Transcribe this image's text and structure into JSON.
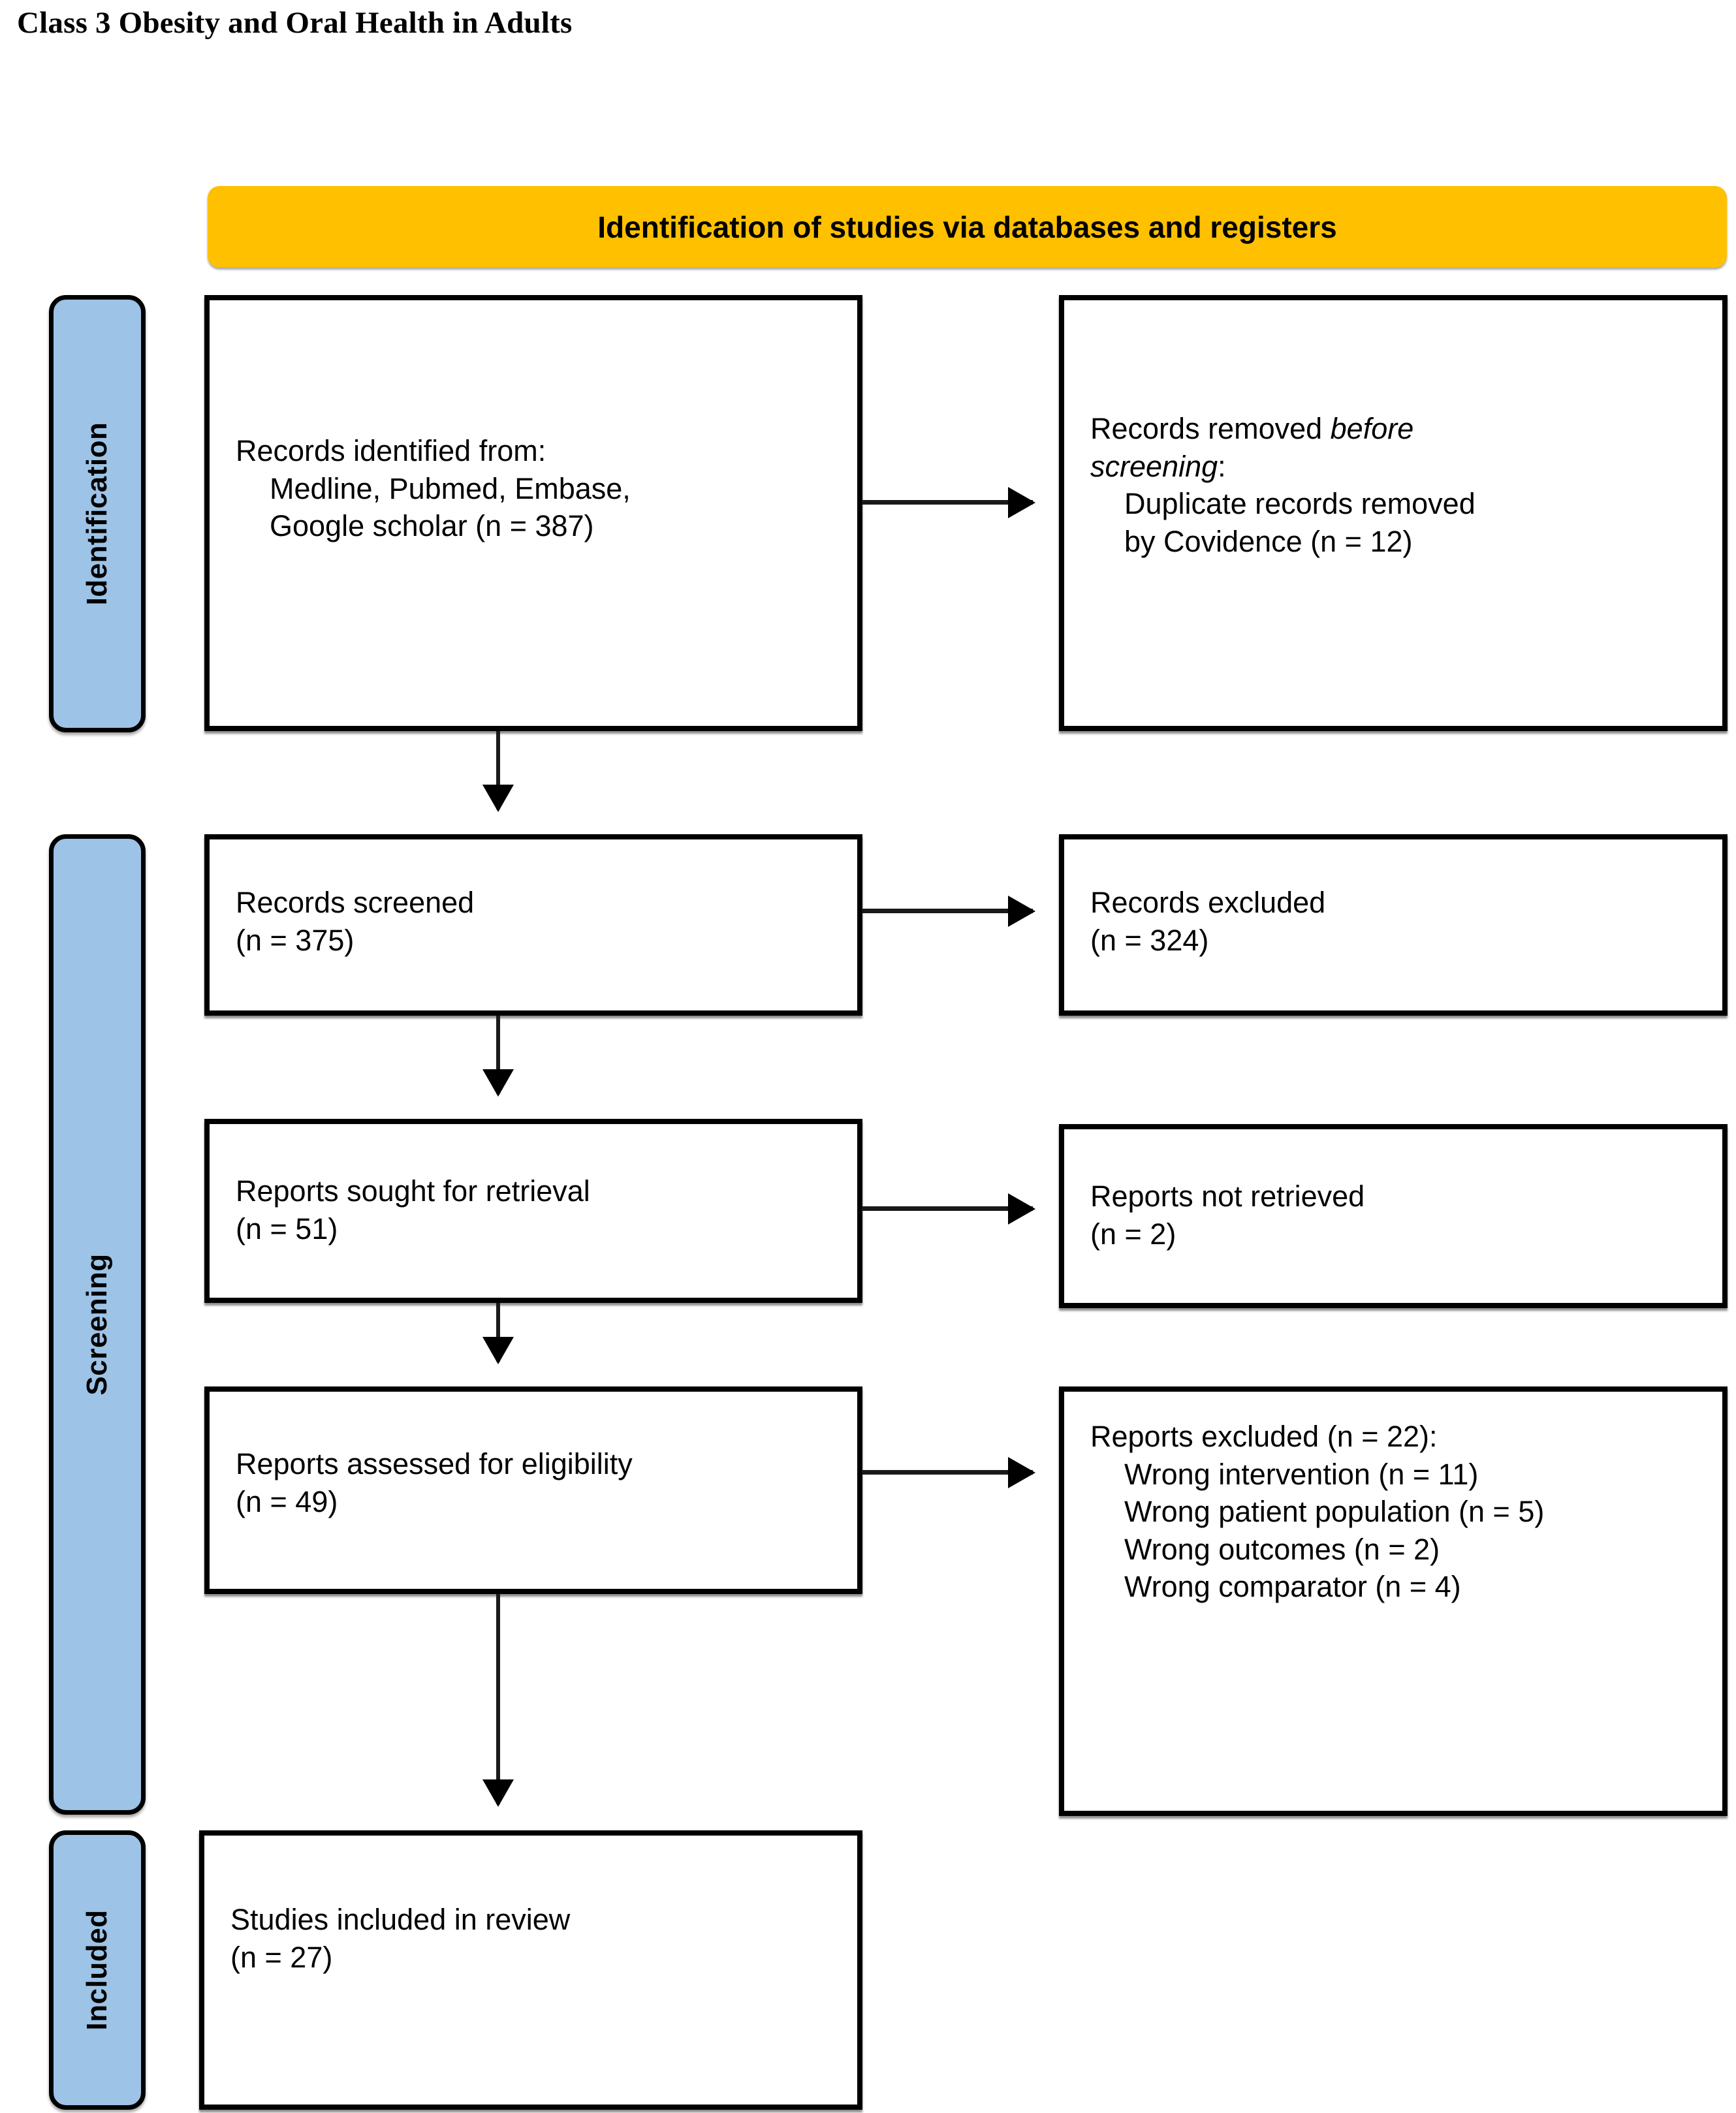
{
  "page": {
    "title": "Class 3 Obesity and Oral Health in Adults"
  },
  "banner": {
    "label": "Identification of studies via databases and registers",
    "color": "#FFC000"
  },
  "stages": [
    {
      "name": "identification",
      "label": "Identification",
      "color": "#9DC3E6"
    },
    {
      "name": "screening",
      "label": "Screening",
      "color": "#9DC3E6"
    },
    {
      "name": "included",
      "label": "Included",
      "color": "#9DC3E6"
    }
  ],
  "boxes": {
    "identified": {
      "line1": "Records identified from:",
      "line2": "Medline, Pubmed, Embase,",
      "line3": "Google scholar (n = 387)",
      "n": 387
    },
    "removed": {
      "line1_plain": "Records removed ",
      "line1_italic": "before",
      "line2_italic": "screening",
      "line2_plain": ":",
      "line3": "Duplicate records removed",
      "line4": "by Covidence (n = 12)",
      "n": 12
    },
    "screened": {
      "line1": "Records screened",
      "line2": "(n = 375)",
      "n": 375
    },
    "excluded": {
      "line1": "Records excluded",
      "line2": "(n = 324)",
      "n": 324
    },
    "sought": {
      "line1": "Reports sought for retrieval",
      "line2": "(n = 51)",
      "n": 51
    },
    "not_retrieved": {
      "line1": "Reports not retrieved",
      "line2": "(n = 2)",
      "n": 2
    },
    "assessed": {
      "line1": "Reports assessed for eligibility",
      "line2": "(n = 49)",
      "n": 49
    },
    "reports_excluded": {
      "line1": "Reports excluded (n = 22):",
      "reason1": "Wrong intervention (n = 11)",
      "reason2": "Wrong patient population (n = 5)",
      "reason3": "Wrong outcomes (n = 2)",
      "reason4": "Wrong comparator (n = 4)",
      "n": 22
    },
    "included": {
      "line1": "Studies included in review",
      "line2": "(n = 27)",
      "n": 27
    }
  }
}
